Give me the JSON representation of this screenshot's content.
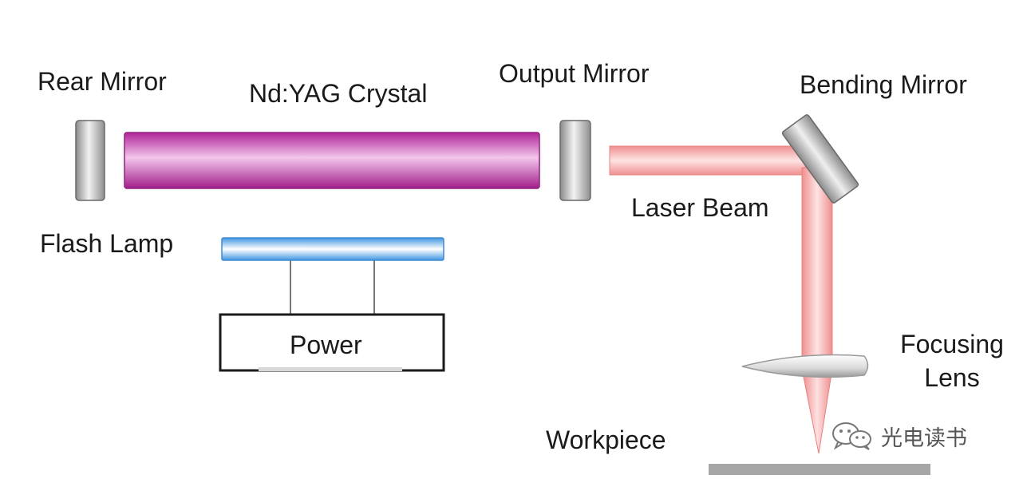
{
  "labels": {
    "rear_mirror": "Rear Mirror",
    "crystal": "Nd:YAG Crystal",
    "output_mirror": "Output Mirror",
    "bending_mirror": "Bending Mirror",
    "laser_beam": "Laser Beam",
    "flash_lamp": "Flash Lamp",
    "power": "Power",
    "focusing_lens_line1": "Focusing",
    "focusing_lens_line2": "Lens",
    "workpiece": "Workpiece"
  },
  "watermark": {
    "text": "光电读书",
    "icon": "wechat-icon"
  },
  "colors": {
    "crystal": "#b0239a",
    "laser_beam": "#f4a3a3",
    "flash_lamp": "#5aa8e8",
    "mirror": "#a9a9a9",
    "workpiece": "#a6a6a6"
  }
}
